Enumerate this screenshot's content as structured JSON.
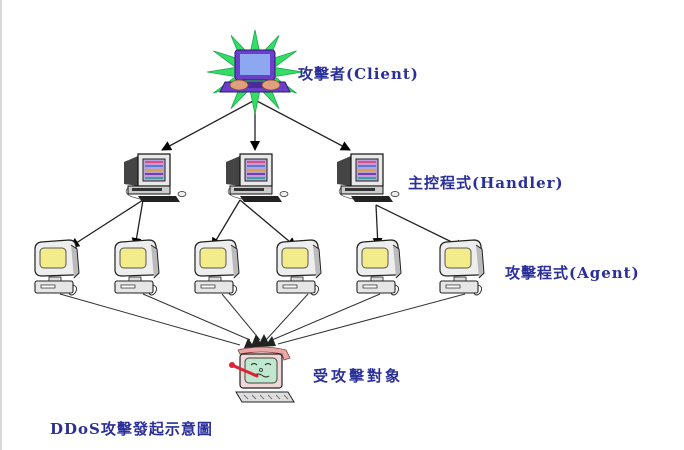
{
  "diagram": {
    "caption": "DDoS攻擊發起示意圖",
    "text_color": "#2a2f9a",
    "tiers": {
      "client": {
        "label": "攻擊者(Client)",
        "icon": "attacker-laptop-icon",
        "count": 1
      },
      "handler": {
        "label": "主控程式(Handler)",
        "icon": "handler-computer-icon",
        "count": 3
      },
      "agent": {
        "label": "攻擊程式(Agent)",
        "icon": "agent-computer-icon",
        "count": 6
      },
      "victim": {
        "label": "受攻擊對象",
        "icon": "victim-computer-icon",
        "count": 1
      }
    },
    "edges": {
      "client_to_handlers": [
        [
          0,
          0
        ],
        [
          0,
          1
        ],
        [
          0,
          2
        ]
      ],
      "handlers_to_agents": [
        [
          0,
          0
        ],
        [
          0,
          1
        ],
        [
          1,
          2
        ],
        [
          1,
          3
        ],
        [
          2,
          4
        ],
        [
          2,
          5
        ]
      ],
      "agents_to_victim": [
        [
          0,
          0
        ],
        [
          1,
          0
        ],
        [
          2,
          0
        ],
        [
          3,
          0
        ],
        [
          4,
          0
        ],
        [
          5,
          0
        ]
      ]
    },
    "colors": {
      "starburst": "#33dd66",
      "laptop": "#6a3fc9",
      "handler_screen": "#b9a2d8",
      "agent_screen": "#f4ec8a",
      "victim_screen": "#bfe8cf"
    }
  }
}
